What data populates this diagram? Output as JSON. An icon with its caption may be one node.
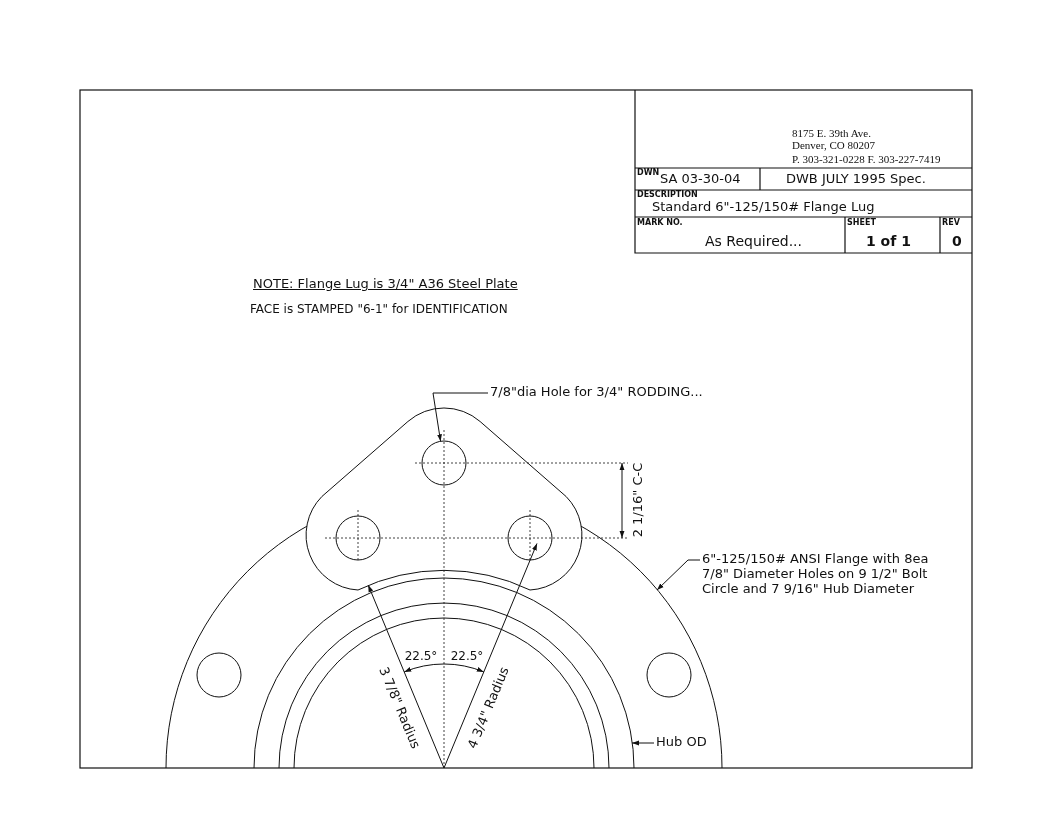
{
  "diagram": {
    "nodes": [
      {
        "text": [
          "7/8\"dia Hole for 3/4\" RODDING..."
        ]
      },
      {
        "text": [],
        "shape": "circle"
      },
      {
        "text": [
          "6\"-125/150# ANSI Flange with 8ea 7/8\" Diameter Holes on 9 1/2\" Bolt Circle and 7 9/16\" Hub Diameter"
        ]
      },
      {
        "text": [
          "Hub OD"
        ]
      }
    ],
    "edges": [
      {
        "from": 0,
        "to": 1,
        "arrow": "to"
      },
      {
        "from": 2,
        "to": null,
        "arrow": "to"
      },
      {
        "from": 3,
        "to": null,
        "arrow": "to"
      }
    ],
    "labels": [
      "8175 E. 39th Ave.",
      "Denver, CO 80207",
      "P. 303-321-0228 F. 303-227-7419",
      "DWN",
      "SA 03-30-04",
      "DWB JULY 1995 Spec.",
      "DESCRIPTION",
      "Standard 6\"-125/150# Flange Lug",
      "MARK NO.",
      "As Required...",
      "SHEET",
      "1 of 1",
      "REV",
      "0",
      "NOTE: Flange Lug is 3/4\" A36 Steel Plate",
      "FACE is STAMPED \"6-1\" for IDENTIFICATION",
      "2 1/16\" C-C",
      "3 7/8\" Radius",
      "22.5°",
      "22.5°",
      "4 3/4\" Radius"
    ]
  }
}
